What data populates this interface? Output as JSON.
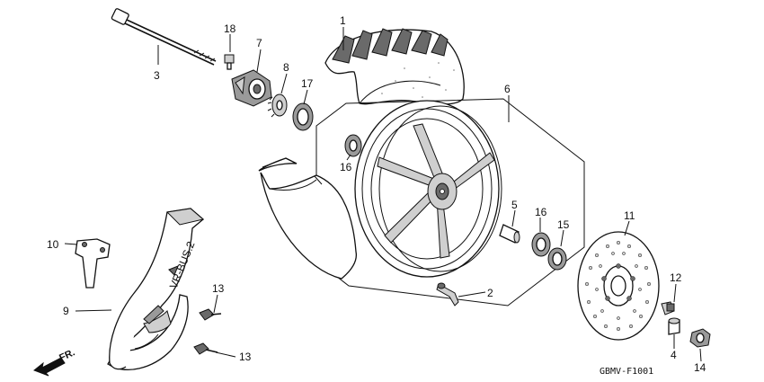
{
  "diagram": {
    "callouts": [
      {
        "id": "c1",
        "label": "1"
      },
      {
        "id": "c2",
        "label": "2"
      },
      {
        "id": "c3",
        "label": "3"
      },
      {
        "id": "c4",
        "label": "4"
      },
      {
        "id": "c5",
        "label": "5"
      },
      {
        "id": "c6",
        "label": "6"
      },
      {
        "id": "c7",
        "label": "7"
      },
      {
        "id": "c8",
        "label": "8"
      },
      {
        "id": "c9",
        "label": "9"
      },
      {
        "id": "c10",
        "label": "10"
      },
      {
        "id": "c11",
        "label": "11"
      },
      {
        "id": "c12",
        "label": "12"
      },
      {
        "id": "c13a",
        "label": "13"
      },
      {
        "id": "c13b",
        "label": "13"
      },
      {
        "id": "c14",
        "label": "14"
      },
      {
        "id": "c15",
        "label": "15"
      },
      {
        "id": "c16a",
        "label": "16"
      },
      {
        "id": "c16b",
        "label": "16"
      },
      {
        "id": "c17",
        "label": "17"
      },
      {
        "id": "c18",
        "label": "18"
      }
    ],
    "direction_label": "FR.",
    "fork_text": "VR-BUS.2",
    "diagram_code": "GBMV-F1001"
  }
}
